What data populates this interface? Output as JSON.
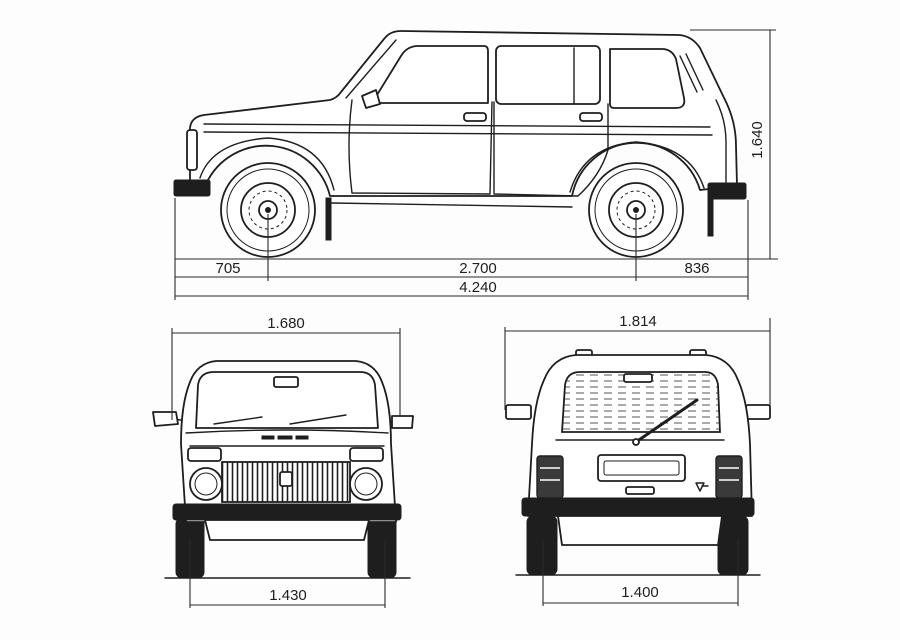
{
  "dimensions": {
    "side_view": {
      "front_overhang": "705",
      "wheelbase": "2.700",
      "rear_overhang": "836",
      "overall_length": "4.240",
      "overall_height": "1.640"
    },
    "front_view": {
      "overall_width": "1.680",
      "front_track": "1.430"
    },
    "rear_view": {
      "overall_width": "1.814",
      "rear_track": "1.400"
    }
  },
  "colors": {
    "ink": "#1e1e1e",
    "paper": "#fdfdfd"
  }
}
